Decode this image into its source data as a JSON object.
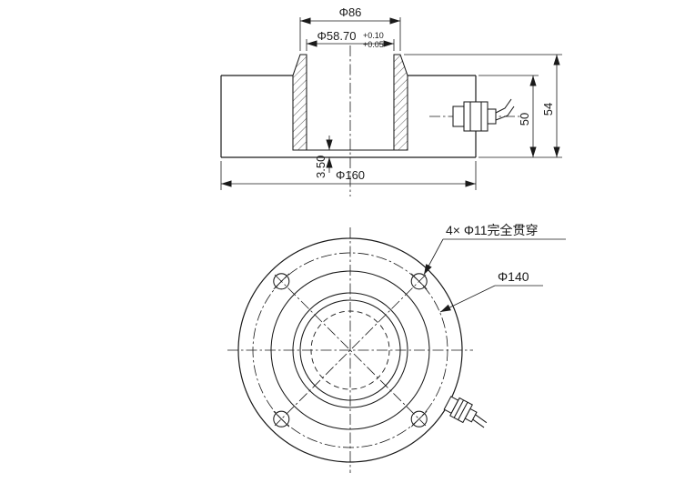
{
  "drawing": {
    "colors": {
      "line": "#1a1a1a",
      "background": "#ffffff"
    },
    "section_view": {
      "dim_top_outer": "Φ86",
      "dim_bore": "Φ58.70",
      "dim_bore_tol_upper": "+0.10",
      "dim_bore_tol_lower": "+0.05",
      "dim_diaphragm_thickness": "3.50",
      "dim_body_height": "50",
      "dim_total_height": "54",
      "dim_base_diameter": "Φ160"
    },
    "plan_view": {
      "holes_note": "4× Φ11完全贯穿",
      "bolt_circle_diameter": "Φ140"
    }
  }
}
